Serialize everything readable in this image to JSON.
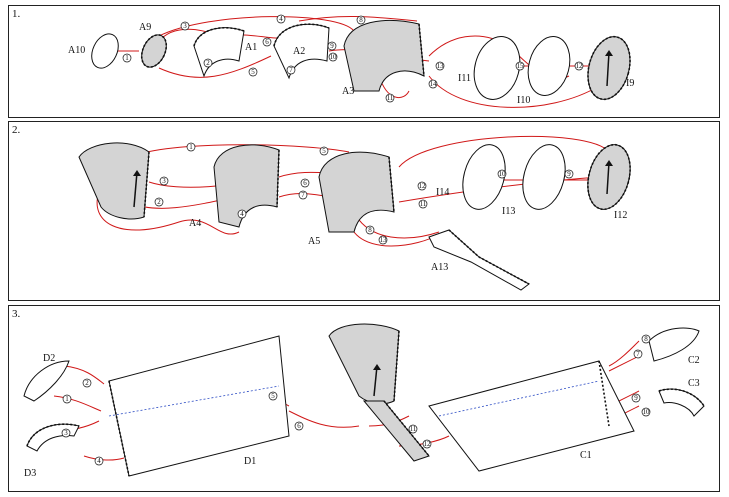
{
  "panels": [
    {
      "label": "1.",
      "parts": [
        "A10",
        "A9",
        "A1",
        "A2",
        "A3",
        "I11",
        "I10",
        "I9"
      ],
      "steps": [
        "1",
        "2",
        "3",
        "4",
        "5",
        "6",
        "7",
        "8",
        "9",
        "10",
        "11",
        "12",
        "13",
        "14",
        "15"
      ]
    },
    {
      "label": "2.",
      "parts": [
        "A4",
        "A5",
        "A13",
        "I14",
        "I13",
        "I12"
      ],
      "steps": [
        "1",
        "2",
        "3",
        "4",
        "5",
        "6",
        "7",
        "8",
        "9",
        "10",
        "11",
        "12",
        "13"
      ]
    },
    {
      "label": "3.",
      "parts": [
        "D2",
        "D3",
        "D1",
        "C2",
        "C3",
        "C1"
      ],
      "steps": [
        "1",
        "2",
        "3",
        "4",
        "5",
        "6",
        "7",
        "8",
        "9",
        "10",
        "11",
        "12"
      ]
    }
  ],
  "colors": {
    "edge": "#d01818",
    "fold_line": "#2c4cc4",
    "shade": "#d4d4d4",
    "outline": "#111111"
  }
}
